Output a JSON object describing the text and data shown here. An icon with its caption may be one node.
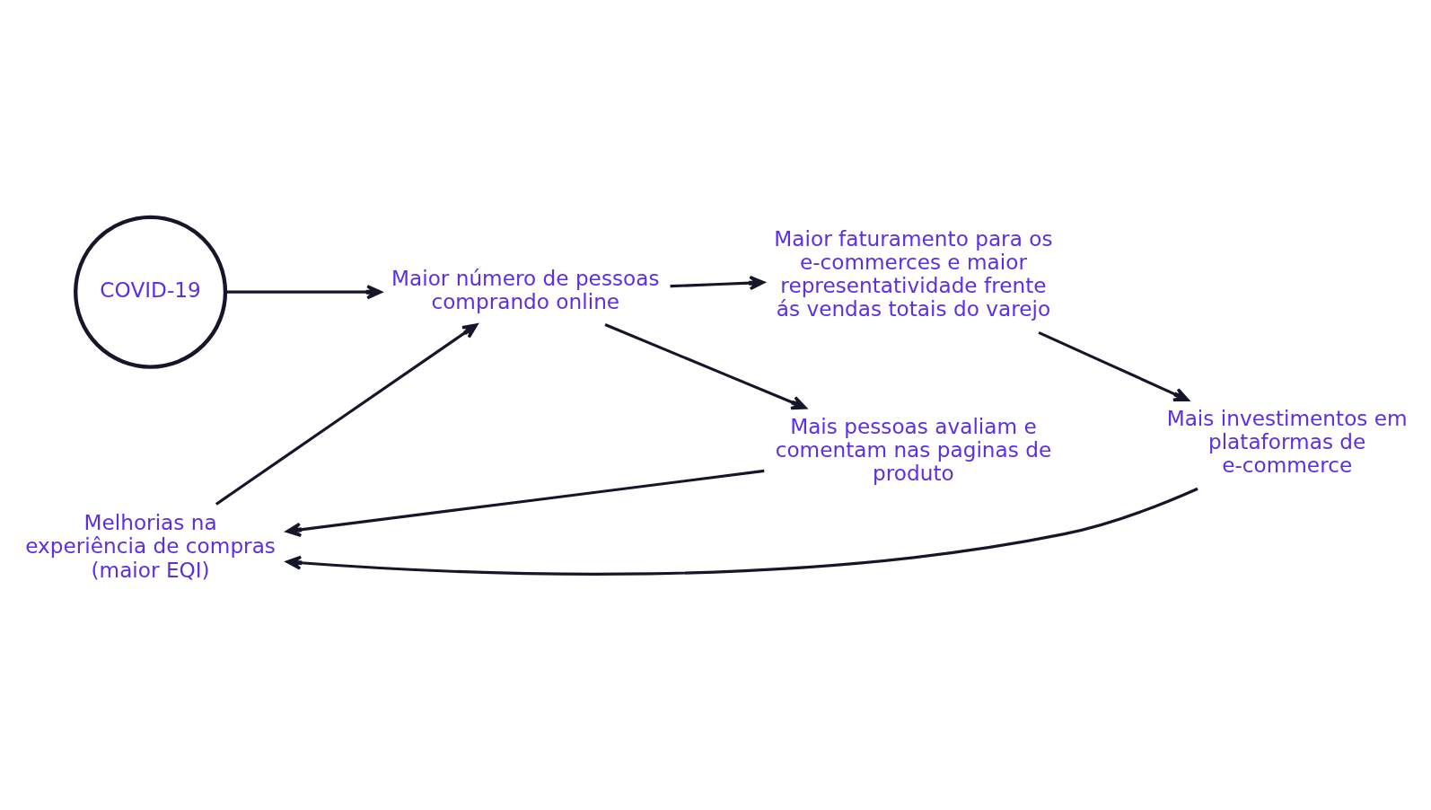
{
  "diagram": {
    "nodes": [
      {
        "text": [
          "COVID-19"
        ]
      },
      {
        "text": [
          "Maior número de pessoas comprando online"
        ]
      },
      {
        "text": [
          "Maior faturamento para os e-commerces e maior representatividade frente ás vendas totais do varejo"
        ]
      },
      {
        "text": [
          "Mais pessoas avaliam e comentam nas paginas de produto"
        ]
      },
      {
        "text": [
          "Mais investimentos em plataformas de e-commerce"
        ]
      },
      {
        "text": [
          "Melhorias na experiência de compras (maior EQI)"
        ]
      }
    ],
    "edges": [
      {
        "from": 0,
        "to": 1,
        "arrow": "to"
      },
      {
        "from": 1,
        "to": 2,
        "arrow": "to"
      },
      {
        "from": 1,
        "to": 3,
        "arrow": "to"
      },
      {
        "from": 2,
        "to": 4,
        "arrow": "to"
      },
      {
        "from": 4,
        "to": 5,
        "arrow": "to"
      },
      {
        "from": 3,
        "to": 5,
        "arrow": "to"
      },
      {
        "from": 5,
        "to": 1,
        "arrow": "to"
      }
    ]
  }
}
